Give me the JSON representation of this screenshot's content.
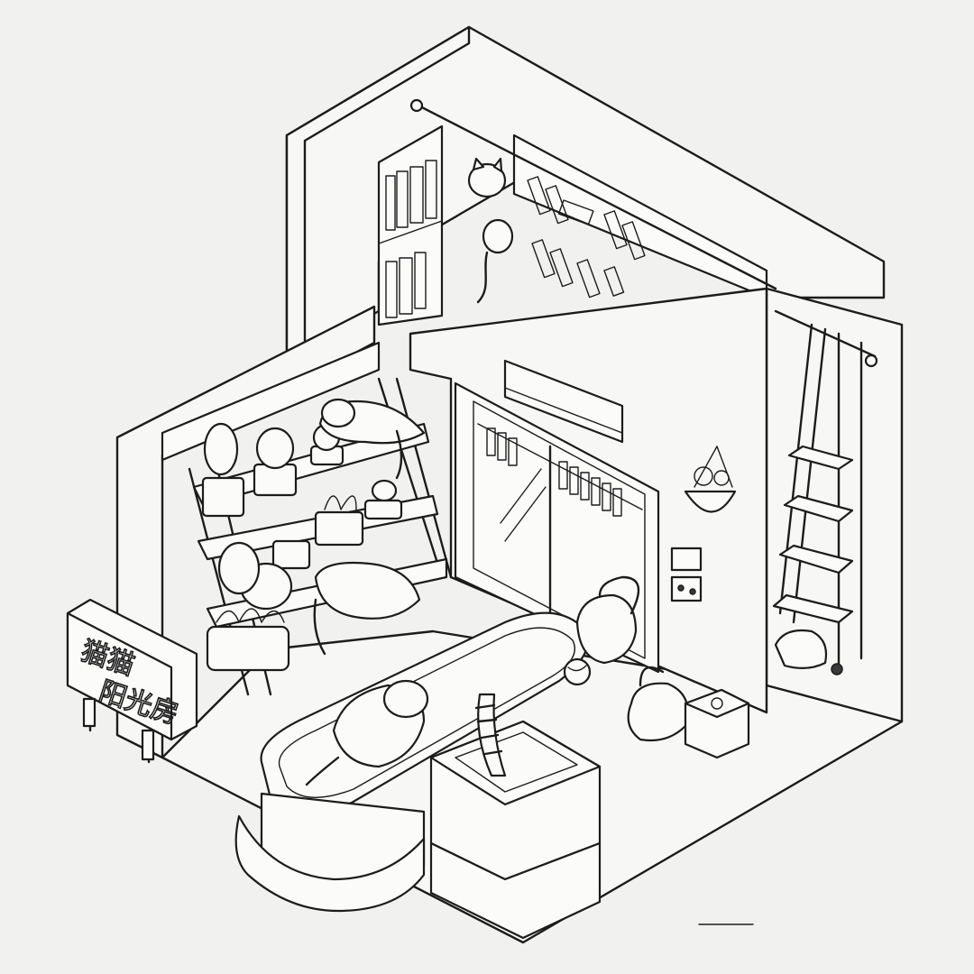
{
  "illustration": {
    "style": "hand-drawn ink line art, isometric room cutaway",
    "palette": {
      "paper": "#f1f1ef",
      "ink": "#1c1c1c"
    }
  },
  "sign": {
    "line1": "猫猫",
    "line2": "阳光房"
  }
}
